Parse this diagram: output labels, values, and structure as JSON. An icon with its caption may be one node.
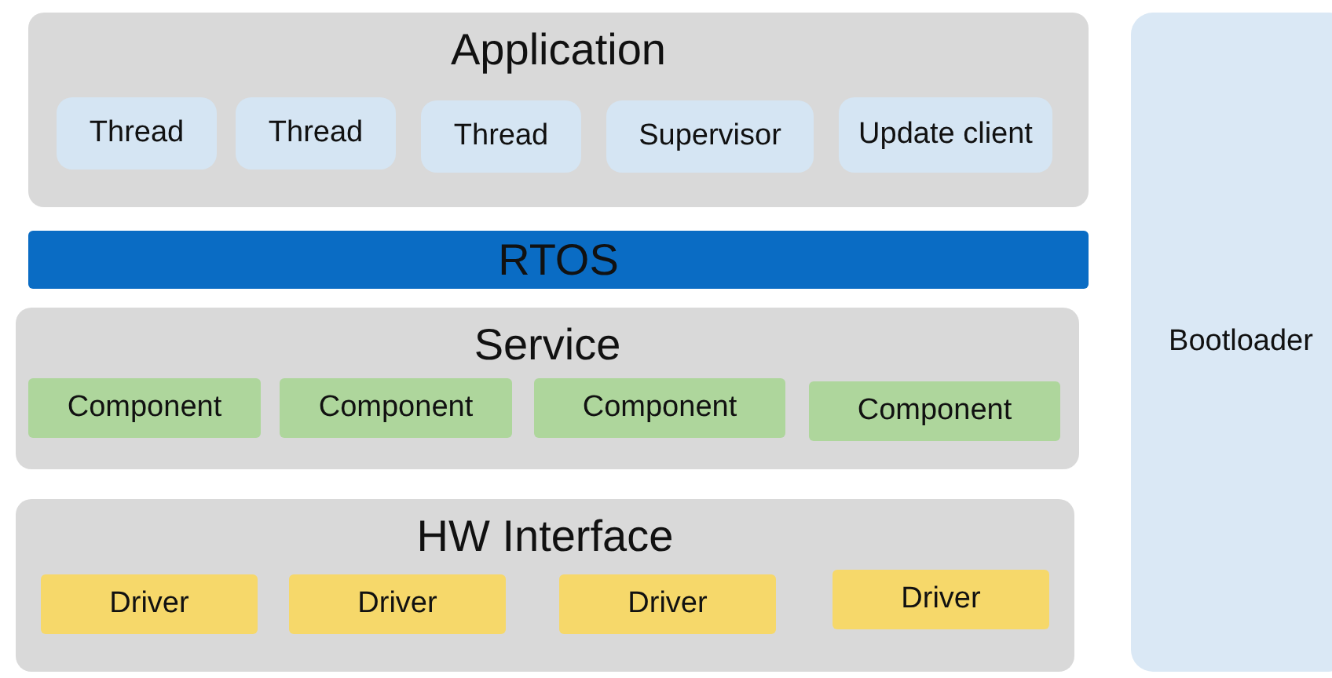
{
  "diagram": {
    "nodes": [
      {
        "text": [
          "Application"
        ]
      },
      {
        "text": [
          "Thread"
        ],
        "in": 0
      },
      {
        "text": [
          "Thread"
        ],
        "in": 0
      },
      {
        "text": [
          "Thread"
        ],
        "in": 0
      },
      {
        "text": [
          "Supervisor"
        ],
        "in": 0
      },
      {
        "text": [
          "Update client"
        ],
        "in": 0
      },
      {
        "text": [
          "RTOS"
        ]
      },
      {
        "text": [
          "Service"
        ]
      },
      {
        "text": [
          "Component"
        ],
        "in": 7
      },
      {
        "text": [
          "Component"
        ],
        "in": 7
      },
      {
        "text": [
          "Component"
        ],
        "in": 7
      },
      {
        "text": [
          "Component"
        ],
        "in": 7
      },
      {
        "text": [
          "HW Interface"
        ]
      },
      {
        "text": [
          "Driver"
        ],
        "in": 12
      },
      {
        "text": [
          "Driver"
        ],
        "in": 12
      },
      {
        "text": [
          "Driver"
        ],
        "in": 12
      },
      {
        "text": [
          "Driver"
        ],
        "in": 12
      },
      {
        "text": [
          "Bootloader"
        ]
      }
    ],
    "edges": []
  }
}
